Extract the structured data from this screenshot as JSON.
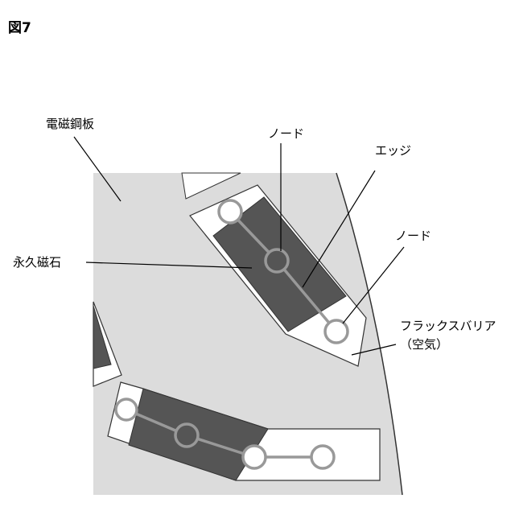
{
  "figure_title": "図7",
  "labels": {
    "electrical_steel_sheet": "電磁鋼板",
    "node_top": "ノード",
    "edge": "エッジ",
    "node_right": "ノード",
    "permanent_magnet": "永久磁石",
    "flux_barrier_line1": "フラックスバリア",
    "flux_barrier_line2": "（空気）"
  },
  "colors": {
    "steel": "#dcdcdc",
    "magnet": "#555555",
    "barrier": "#ffffff",
    "graph": "#999999",
    "outline": "#333333",
    "leader": "#000000"
  }
}
